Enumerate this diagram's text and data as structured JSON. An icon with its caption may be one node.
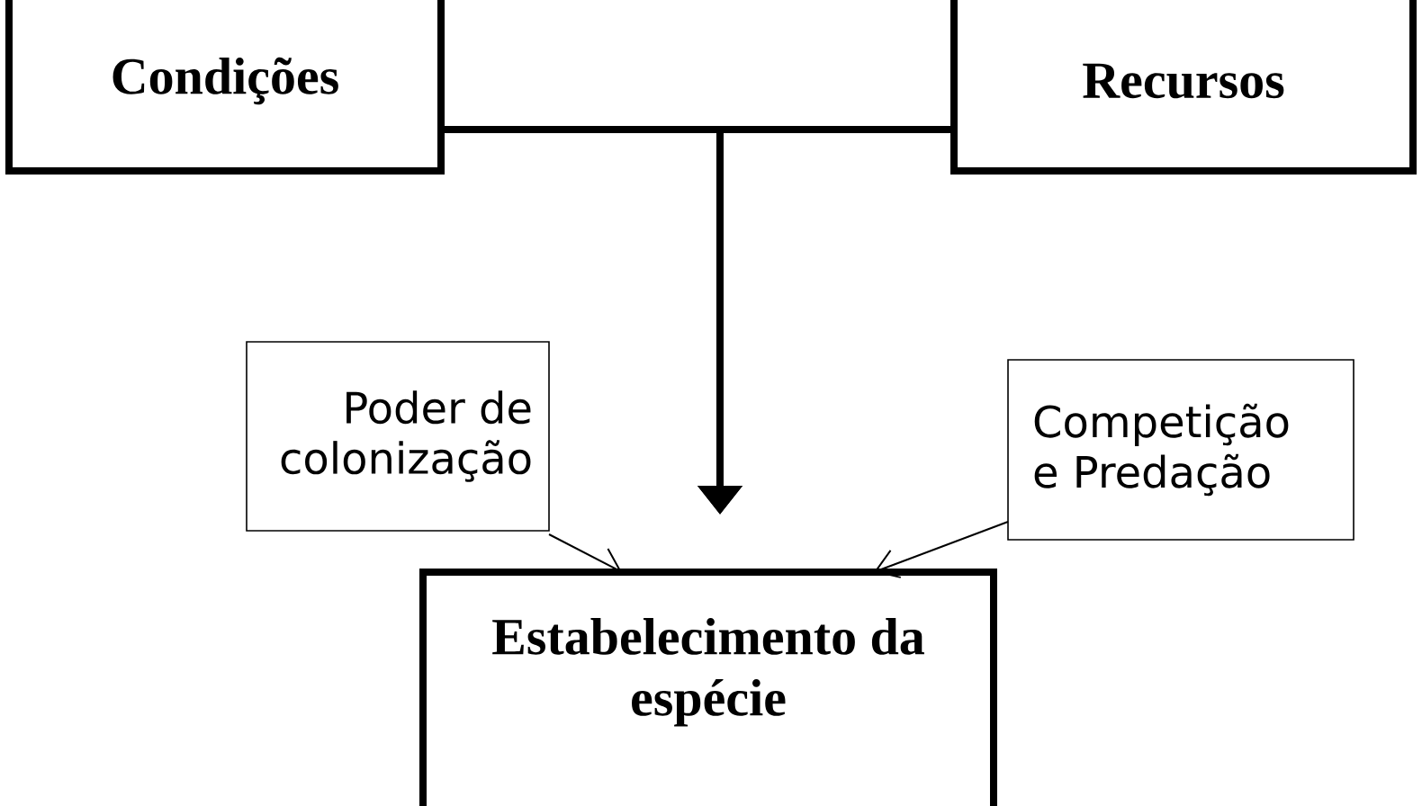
{
  "diagram": {
    "nodes": [
      {
        "text": [
          "Condições"
        ]
      },
      {
        "text": [
          "Recursos"
        ]
      },
      {
        "text": [
          "Poder de colonização"
        ]
      },
      {
        "text": [
          "Competição e Predação"
        ]
      },
      {
        "text": [
          "Estabelecimento da espécie"
        ]
      }
    ],
    "edges": [
      {
        "from": 0,
        "to": 4,
        "arrow": "to",
        "style": "thick"
      },
      {
        "from": 1,
        "to": 4,
        "arrow": "to",
        "style": "thick"
      },
      {
        "from": 2,
        "to": 4,
        "arrow": "to"
      },
      {
        "from": 3,
        "to": 4,
        "arrow": "to"
      }
    ]
  }
}
